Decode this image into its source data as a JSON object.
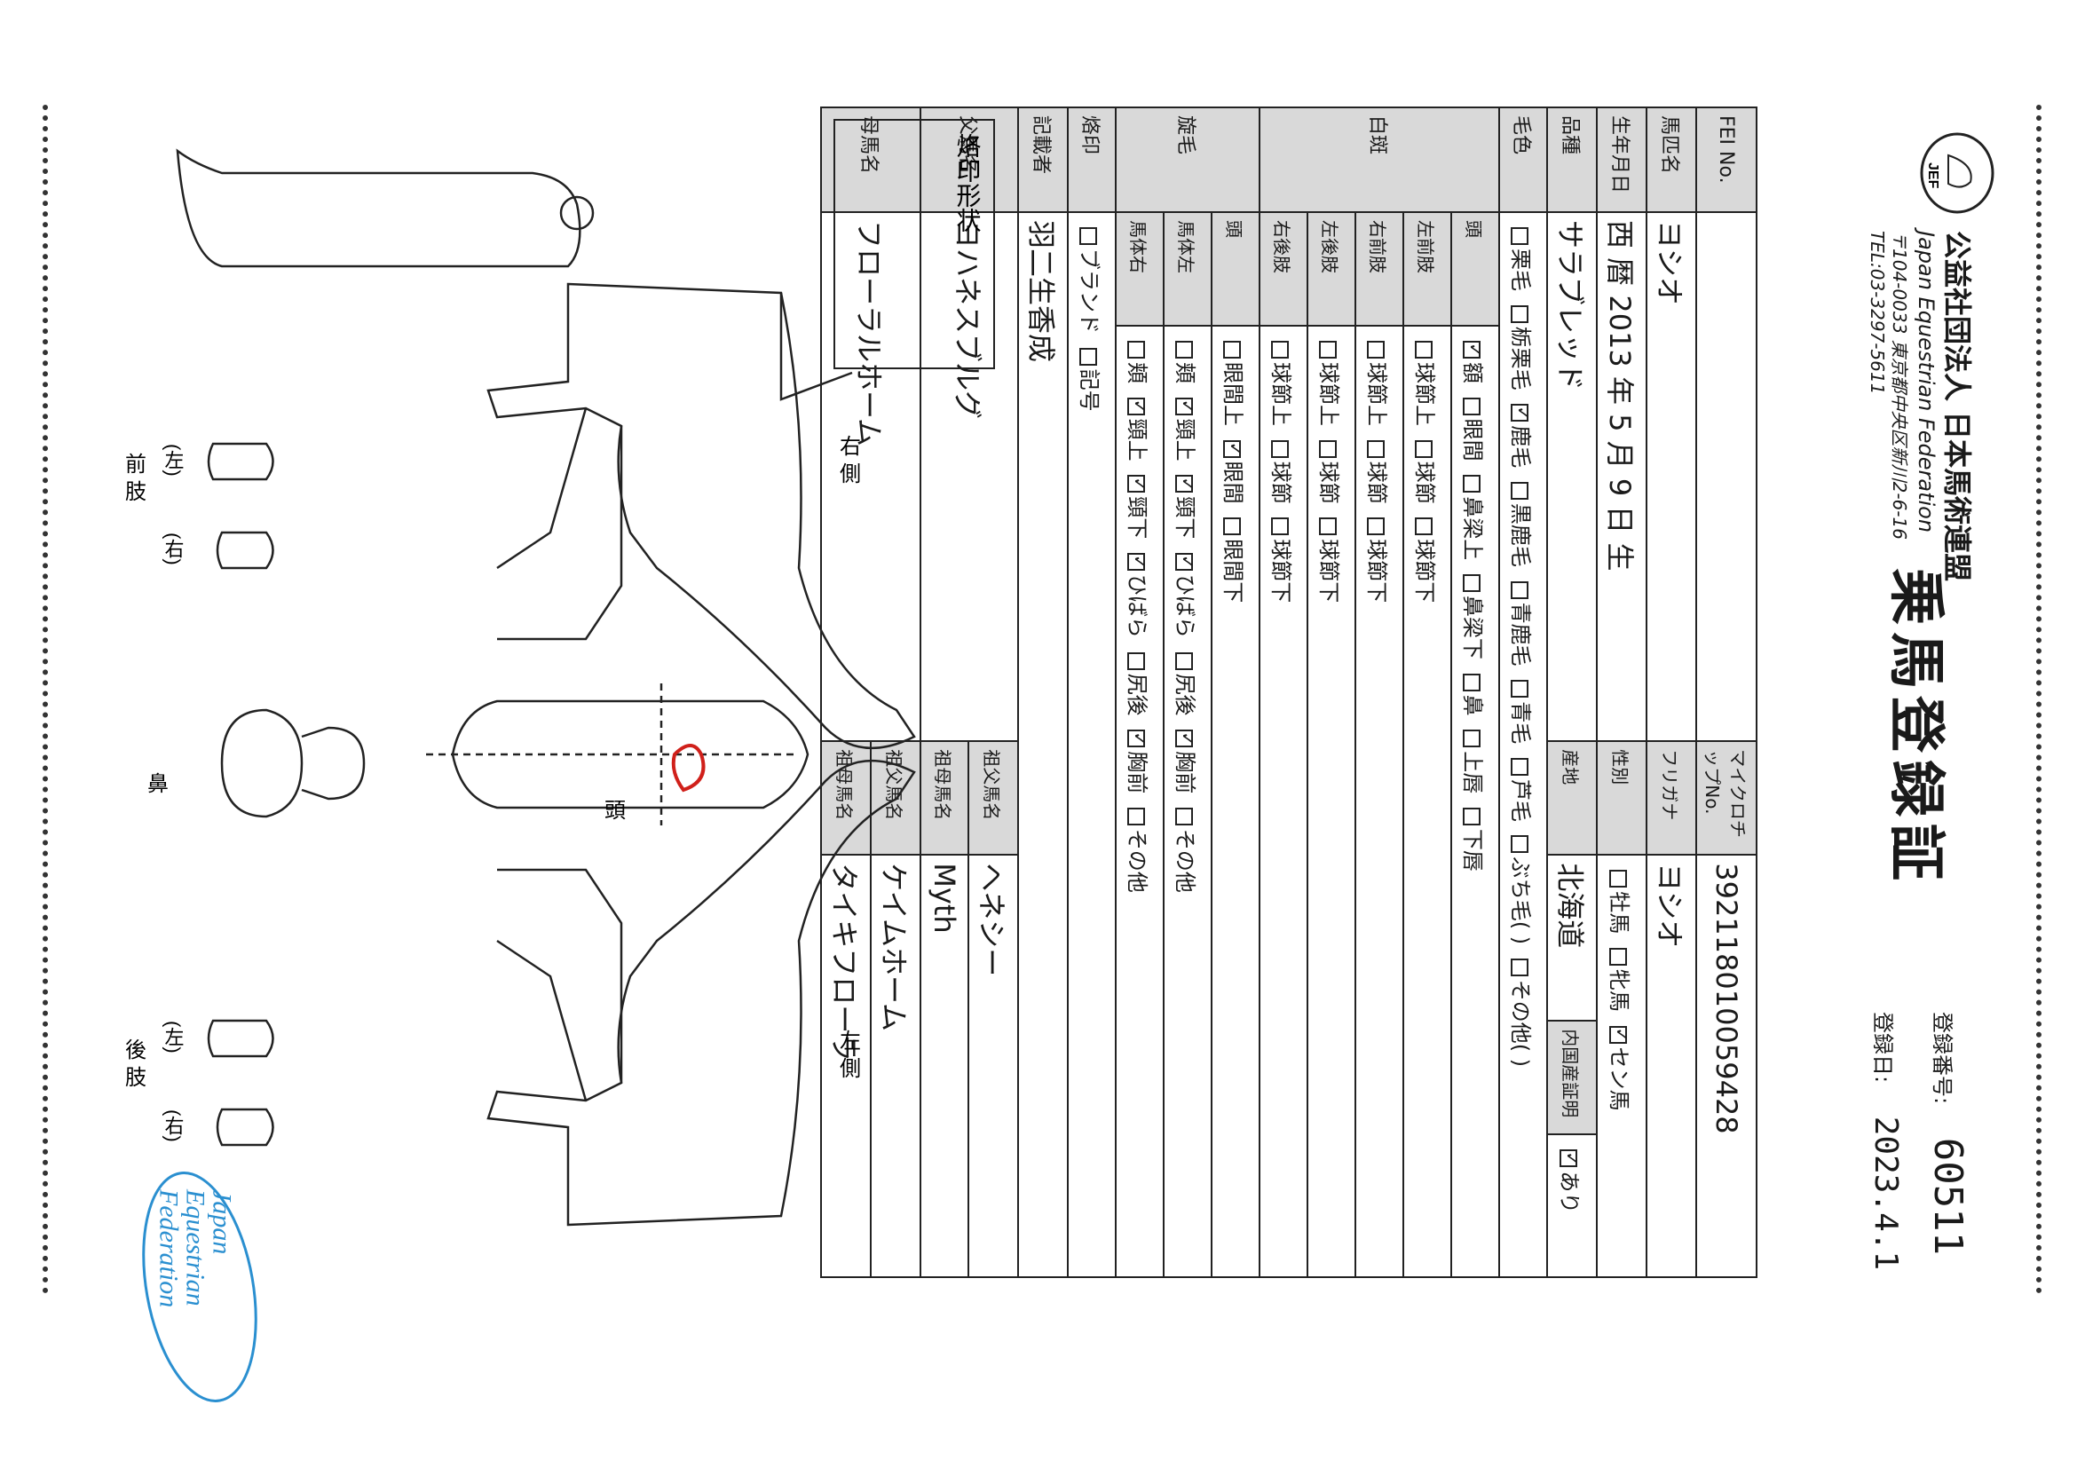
{
  "doc_title": "乗馬登録証",
  "org": {
    "name_jp": "公益社団法人 日本馬術連盟",
    "name_en": "Japan Equestrian Federation",
    "address": "〒104-0033 東京都中央区新川2-6-16",
    "tel": "TEL:03-3297-5611",
    "logo_text": "JEF"
  },
  "registration": {
    "number_label": "登録番号:",
    "number_value": "60511",
    "date_label": "登録日:",
    "date_value": "2023.4.1"
  },
  "form": {
    "fei_label": "FEI No.",
    "microchip_label": "マイクロチップNo.",
    "microchip_value": "392118010059428",
    "horse_name_label": "馬匹名",
    "horse_name_value": "ヨシオ",
    "furigana_label": "フリガナ",
    "furigana_value": "ヨシオ",
    "birth_label": "生年月日",
    "birth_value": "西 暦 2013 年 5 月 9 日 生",
    "sex_label": "性別",
    "sex_options": [
      "牡馬",
      "牝馬",
      "セン馬"
    ],
    "breed_label": "品種",
    "breed_value": "サラブレッド",
    "origin_label": "産地",
    "origin_value": "北海道",
    "domestic_cert_label": "内国産証明",
    "domestic_cert_value": "あり",
    "coat_label": "毛色",
    "coat_options": [
      "栗毛",
      "栃栗毛",
      "鹿毛",
      "黒鹿毛",
      "青鹿毛",
      "青毛",
      "芦毛",
      "ぶち毛(",
      ")",
      "その他(",
      ")"
    ],
    "white_label": "白斑",
    "white_rows": [
      {
        "part": "頭",
        "items": [
          "額",
          "眼間",
          "鼻梁上",
          "鼻梁下",
          "鼻",
          "上唇",
          "下唇"
        ]
      },
      {
        "part": "左前肢",
        "items": [
          "球節上",
          "球節",
          "球節下"
        ]
      },
      {
        "part": "右前肢",
        "items": [
          "球節上",
          "球節",
          "球節下"
        ]
      },
      {
        "part": "左後肢",
        "items": [
          "球節上",
          "球節",
          "球節下"
        ]
      },
      {
        "part": "右後肢",
        "items": [
          "球節上",
          "球節",
          "球節下"
        ]
      }
    ],
    "whorl_label": "旋毛",
    "whorl_rows": [
      {
        "part": "頭",
        "items": [
          "眼間上",
          "眼間",
          "眼間下"
        ]
      },
      {
        "part": "馬体左",
        "items": [
          "頬",
          "頸上",
          "頸下",
          "ひばら",
          "尻後",
          "胸前",
          "その他"
        ]
      },
      {
        "part": "馬体右",
        "items": [
          "頬",
          "頸上",
          "頸下",
          "ひばら",
          "尻後",
          "胸前",
          "その他"
        ]
      }
    ],
    "brand_label": "烙印",
    "brand_options": [
      "ブランド",
      "記号"
    ],
    "recorder_label": "記載者",
    "recorder_value": "羽二生香成",
    "sire_label": "父馬名",
    "sire_value": "ヨハネスブルグ",
    "dam_label": "母馬名",
    "dam_value": "フローラルホーム",
    "gsire1_label": "祖父馬名",
    "gsire1_value": "ヘネシー",
    "gdam1_label": "祖母馬名",
    "gdam1_value": "Myth",
    "gsire2_label": "祖父馬名",
    "gsire2_value": "ケイムホーム",
    "gdam2_label": "祖母馬名",
    "gdam2_value": "タイキフローラ"
  },
  "diagram": {
    "brand_shape_label": "烙印形状",
    "right_side": "右 側",
    "left_side": "左 側",
    "head": "頭",
    "muzzle": "鼻",
    "fore": "前 肢",
    "hind": "後 肢",
    "left_paren": "(左)",
    "right_paren": "(右)"
  },
  "stamp": {
    "line1": "Japan",
    "line2": "Equestrian",
    "line3": "Federation"
  },
  "colors": {
    "accent_red": "#d0201a",
    "stamp_blue": "#2a8fd0",
    "header_gray": "#d9d9d9"
  }
}
